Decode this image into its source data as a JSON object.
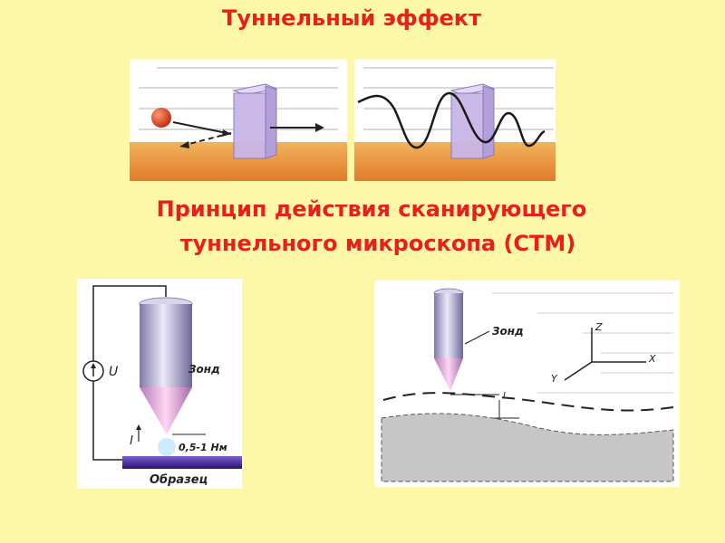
{
  "slide": {
    "title": "Туннельный эффект",
    "subtitle_line1": "Принцип действия сканирующего",
    "subtitle_line2": "туннельного микроскопа (СТМ)"
  },
  "stm_diagram": {
    "voltage_label": "U",
    "probe_label": "Зонд",
    "current_label": "I",
    "gap_label": "0,5-1 Нм",
    "sample_label": "Образец"
  },
  "scan_diagram": {
    "probe_label": "Зонд",
    "axis_z": "Z",
    "axis_x": "X",
    "axis_y": "Y",
    "distance_label": "L"
  },
  "colors": {
    "background": "#fdf8a8",
    "heading": "#e8201c",
    "barrier": "#c9b6e6",
    "ground": "#e7953d",
    "sample": "#3a1a8c"
  }
}
